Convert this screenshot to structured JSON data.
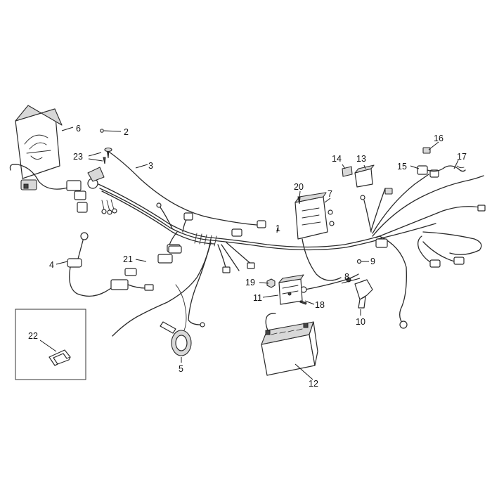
{
  "diagram": {
    "callouts": {
      "1": "1",
      "2": "2",
      "3": "3",
      "4": "4",
      "5": "5",
      "6": "6",
      "7": "7",
      "8": "8",
      "9": "9",
      "10": "10",
      "11": "11",
      "12": "12",
      "13": "13",
      "14": "14",
      "15": "15",
      "16": "16",
      "17": "17",
      "18": "18",
      "19": "19",
      "20": "20",
      "21": "21",
      "22": "22",
      "23": "23"
    }
  }
}
